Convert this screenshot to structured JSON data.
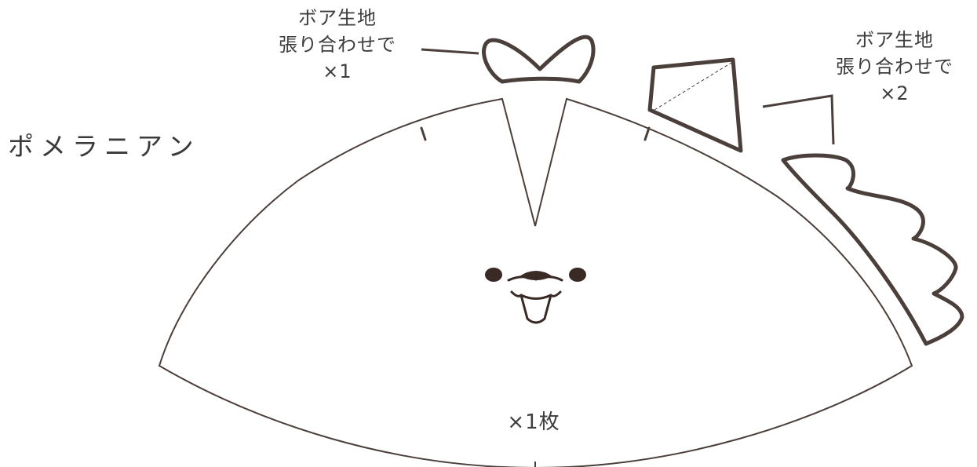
{
  "title": "ポメラニアン",
  "ear_label": {
    "lines": [
      "ボア生地",
      "張り合わせで",
      "×1"
    ]
  },
  "tail_label": {
    "lines": [
      "ボア生地",
      "張り合わせで",
      "×2"
    ]
  },
  "body_label": "×1枚",
  "colors": {
    "outline": "#4a3f3b",
    "eye": "#3a2a26",
    "text": "#3d3d3d"
  }
}
